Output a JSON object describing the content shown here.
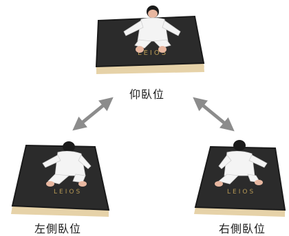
{
  "labels": {
    "supine": "仰臥位",
    "left_lateral": "左側臥位",
    "right_lateral": "右側臥位"
  },
  "mattress_logo": "LEIOS",
  "colors": {
    "mattress": "#2b2b2b",
    "mattress_edge": "#1a1a1a",
    "foam": "#e6d2a8",
    "arrow": "#8c8c8c",
    "figure": "#f4f4f4",
    "skin": "#e8b7a0",
    "hair": "#1a1a1a",
    "logo": "#b89a55"
  },
  "icons": {
    "arrow_left": "double-arrow-icon",
    "arrow_right": "double-arrow-icon"
  }
}
